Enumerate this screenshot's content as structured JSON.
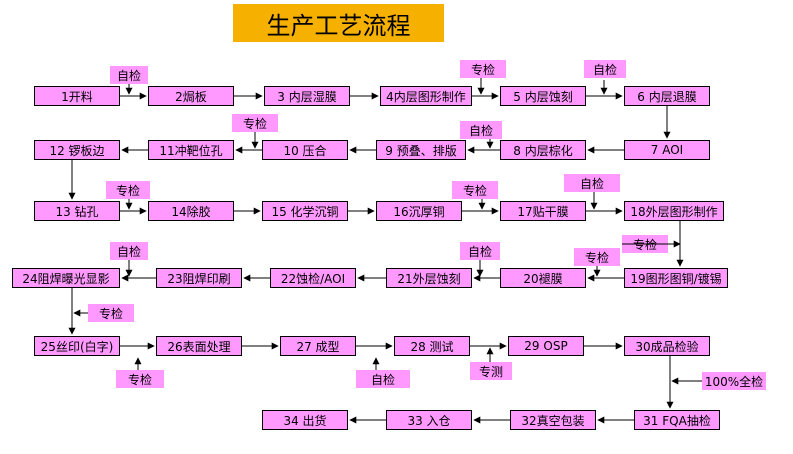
{
  "title": "生产工艺流程",
  "steps": [
    "1开料",
    "2焗板",
    "3 内层湿膜",
    "4内层图形制作",
    "5 内层蚀刻",
    "6 内层退膜",
    "7 AOI",
    "8 内层棕化",
    "9 预叠、排版",
    "10 压合",
    "11冲靶位孔",
    "12 锣板边",
    "13 钻孔",
    "14除胶",
    "15 化学沉铜",
    "16沉厚铜",
    "17贴干膜",
    "18外层图形制作",
    "19图形图铜/镀锡",
    "20褪膜",
    "21外层蚀刻",
    "22蚀检/AOI",
    "23阻焊印刷",
    "24阻焊曝光显影",
    "25丝印(白字)",
    "26表面处理",
    "27 成型",
    "28 测试",
    "29 OSP",
    "30成品检验",
    "31 FQA抽检",
    "32真空包装",
    "33 入仓",
    "34 出货"
  ],
  "notes": [
    "自检",
    "专检",
    "自检",
    "专检",
    "自检",
    "专检",
    "自检",
    "专检",
    "自检",
    "专检",
    "自检",
    "专检",
    "专检",
    "专检",
    "自检",
    "专测",
    "100%全检"
  ],
  "colors": {
    "title_bg": "#f5b000",
    "box_fill": "#ff99ff",
    "line": "#000000"
  }
}
